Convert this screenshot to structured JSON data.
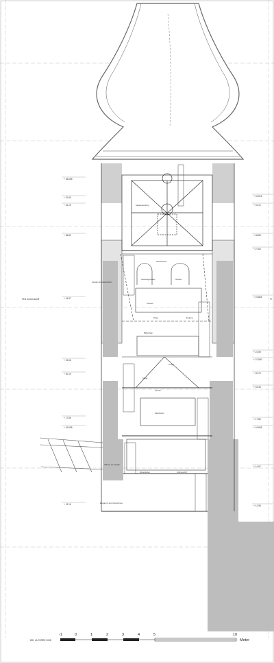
{
  "drawing": {
    "credit": "BSI. LA TORRE 2008",
    "scale_unit": "Meter",
    "scale_ticks": [
      "-1",
      "0",
      "1",
      "2",
      "3",
      "4",
      "5",
      "10"
    ],
    "left_label": "First Kirchenschiff",
    "right_label_fragment": "Fi",
    "left_elevations": [
      "+ 33.655",
      "+ 31.80",
      "+ 31.19",
      "+ 28.83",
      "+ 24.87",
      "+ 21.56",
      "+ 20.19",
      "+ 17.86",
      "+ 16.655",
      "+ 13.19"
    ],
    "right_elevations": [
      "+ 31.516",
      "+ 31.12",
      "+ 28.85",
      "+ 27.60",
      "+ 24.865",
      "+ 21.59",
      "+ 21.560",
      "+ 20.76",
      "+ 18.35",
      "+ 17.89",
      "+ 16.655",
      "+ 14.67",
      "+ 12.98"
    ],
    "annotations": [
      "Eingang in den Uhrentürmen",
      "Stephanieonhing",
      "Glockenstuhl",
      "Bretterboden",
      "Ringe",
      "Eingang",
      "Fenster mit Glasscheiben",
      "Glockengeschoss",
      "Glocken",
      "Uhrwerk",
      "Balkenlage",
      "Treppe",
      "Fenster",
      "Stiege",
      "Dachboden",
      "Öffnung zur Kapelle",
      "Kirchenschiff"
    ]
  }
}
